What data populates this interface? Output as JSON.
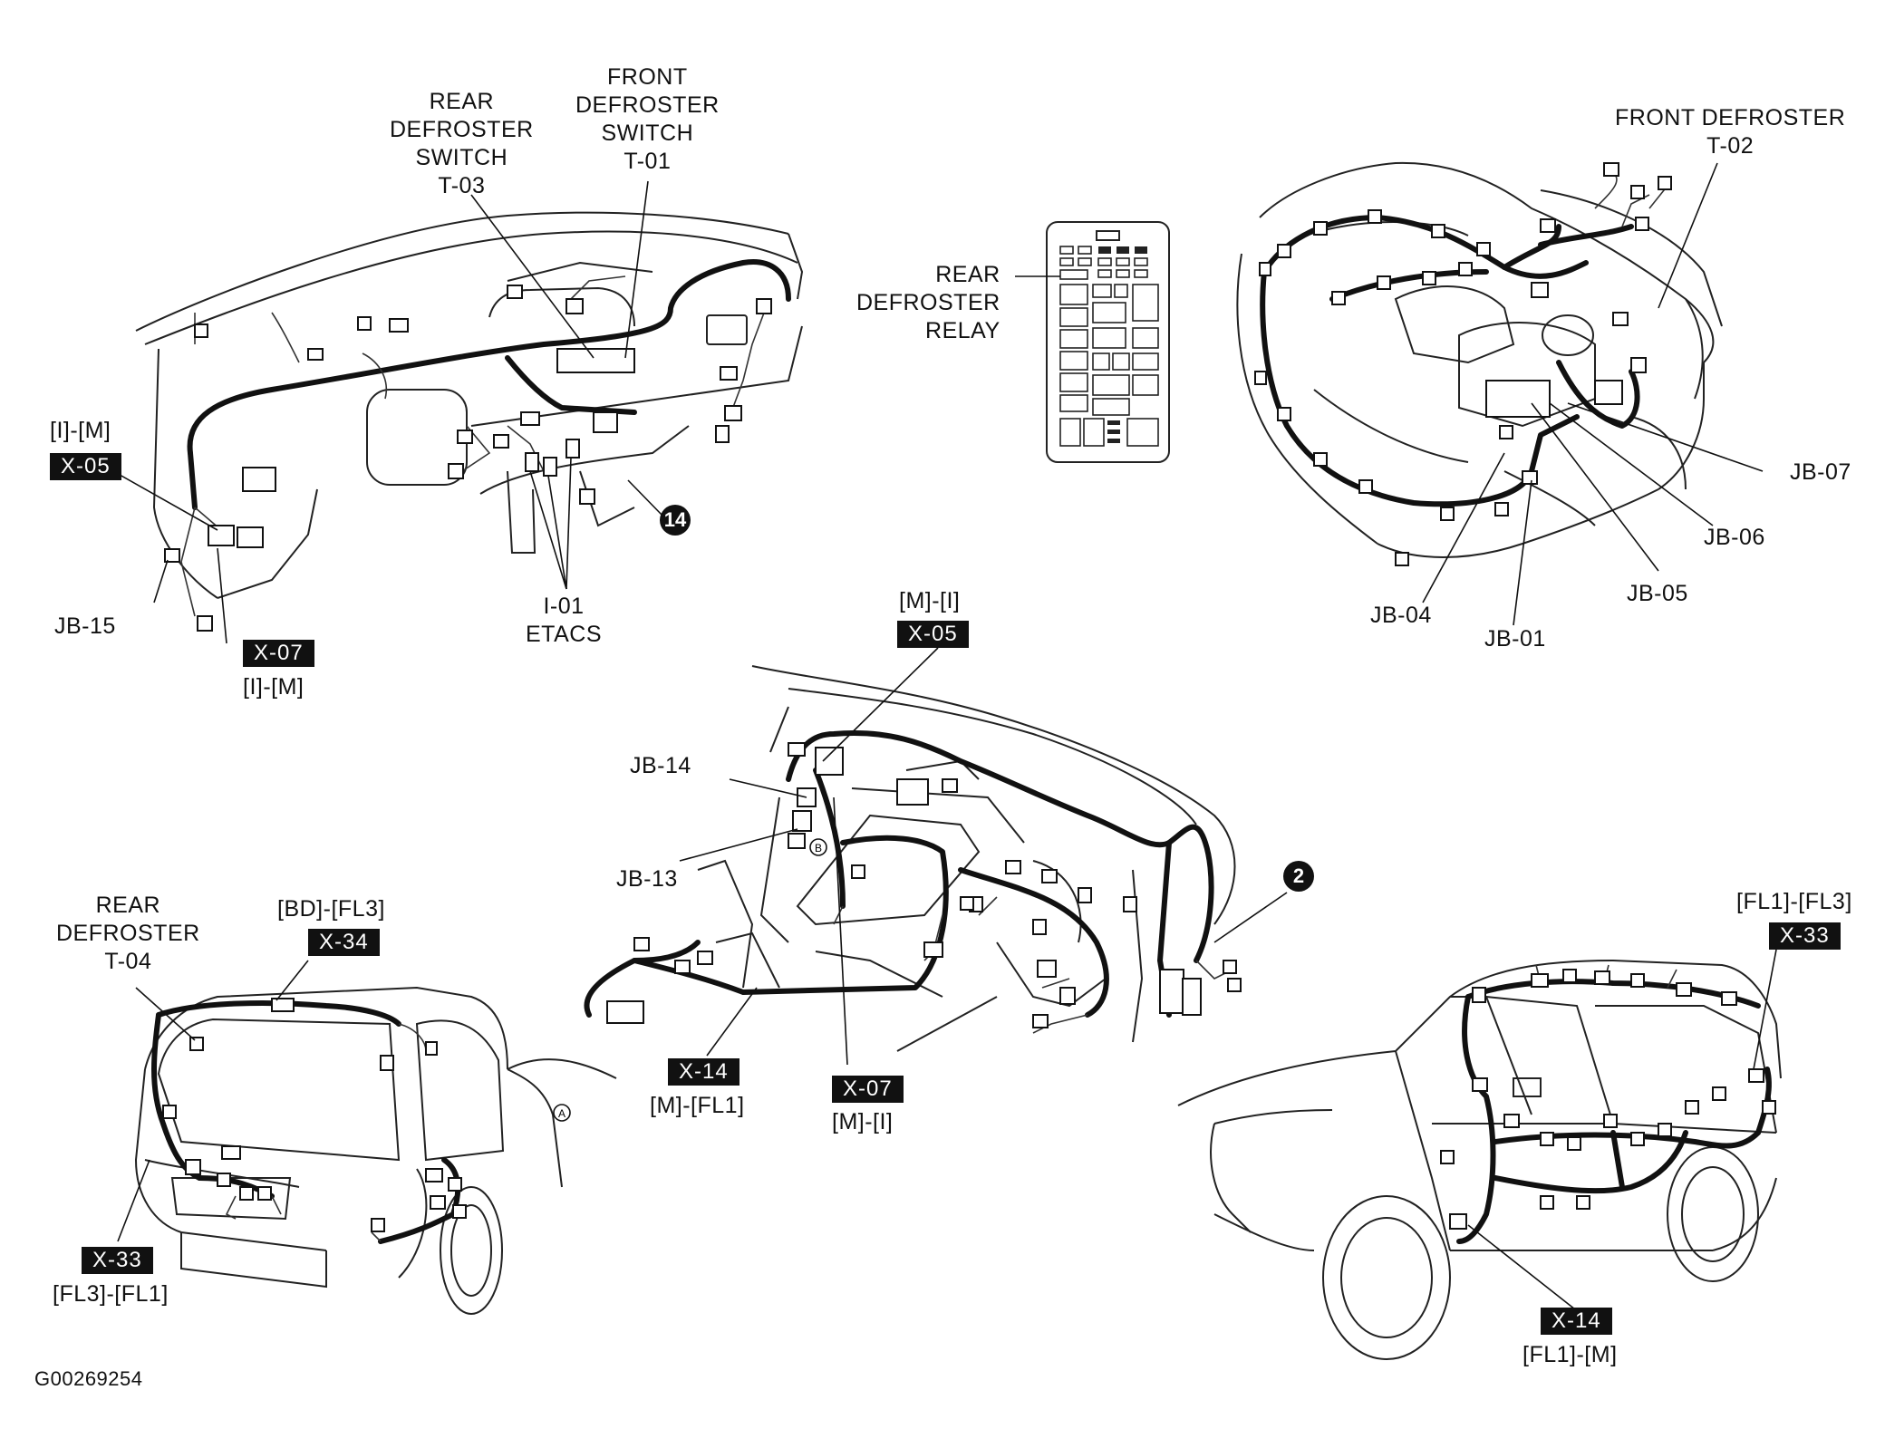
{
  "labels": {
    "rear_def_switch": "REAR\nDEFROSTER\nSWITCH\nT-03",
    "front_def_switch": "FRONT\nDEFROSTER\nSWITCH\nT-01",
    "rear_def_relay": "REAR\nDEFROSTER\nRELAY",
    "front_defroster": "FRONT DEFROSTER\nT-02",
    "im_top": "[I]-[M]",
    "im_bottom": "[I]-[M]",
    "jb15": "JB-15",
    "etacs": "I-01\nETACS",
    "jb07": "JB-07",
    "jb06": "JB-06",
    "jb05": "JB-05",
    "jb04": "JB-04",
    "jb01": "JB-01",
    "mi_top": "[M]-[I]",
    "jb14": "JB-14",
    "jb13": "JB-13",
    "m_fl1": "[M]-[FL1]",
    "mi_bottom": "[M]-[I]",
    "rear_def_t04": "REAR\nDEFROSTER\nT-04",
    "bd_fl3": "[BD]-[FL3]",
    "fl3_fl1": "[FL3]-[FL1]",
    "fl1_fl3": "[FL1]-[FL3]",
    "fl1_m": "[FL1]-[M]",
    "figure_id": "G00269254"
  },
  "tags": {
    "x05_a": "X-05",
    "x07_a": "X-07",
    "x05_b": "X-05",
    "x14_a": "X-14",
    "x07_b": "X-07",
    "x34": "X-34",
    "x33_a": "X-33",
    "x33_b": "X-33",
    "x14_b": "X-14"
  },
  "bullets": {
    "b14": "14",
    "b2": "2"
  },
  "small_marks": {
    "a": "A",
    "b": "B"
  }
}
